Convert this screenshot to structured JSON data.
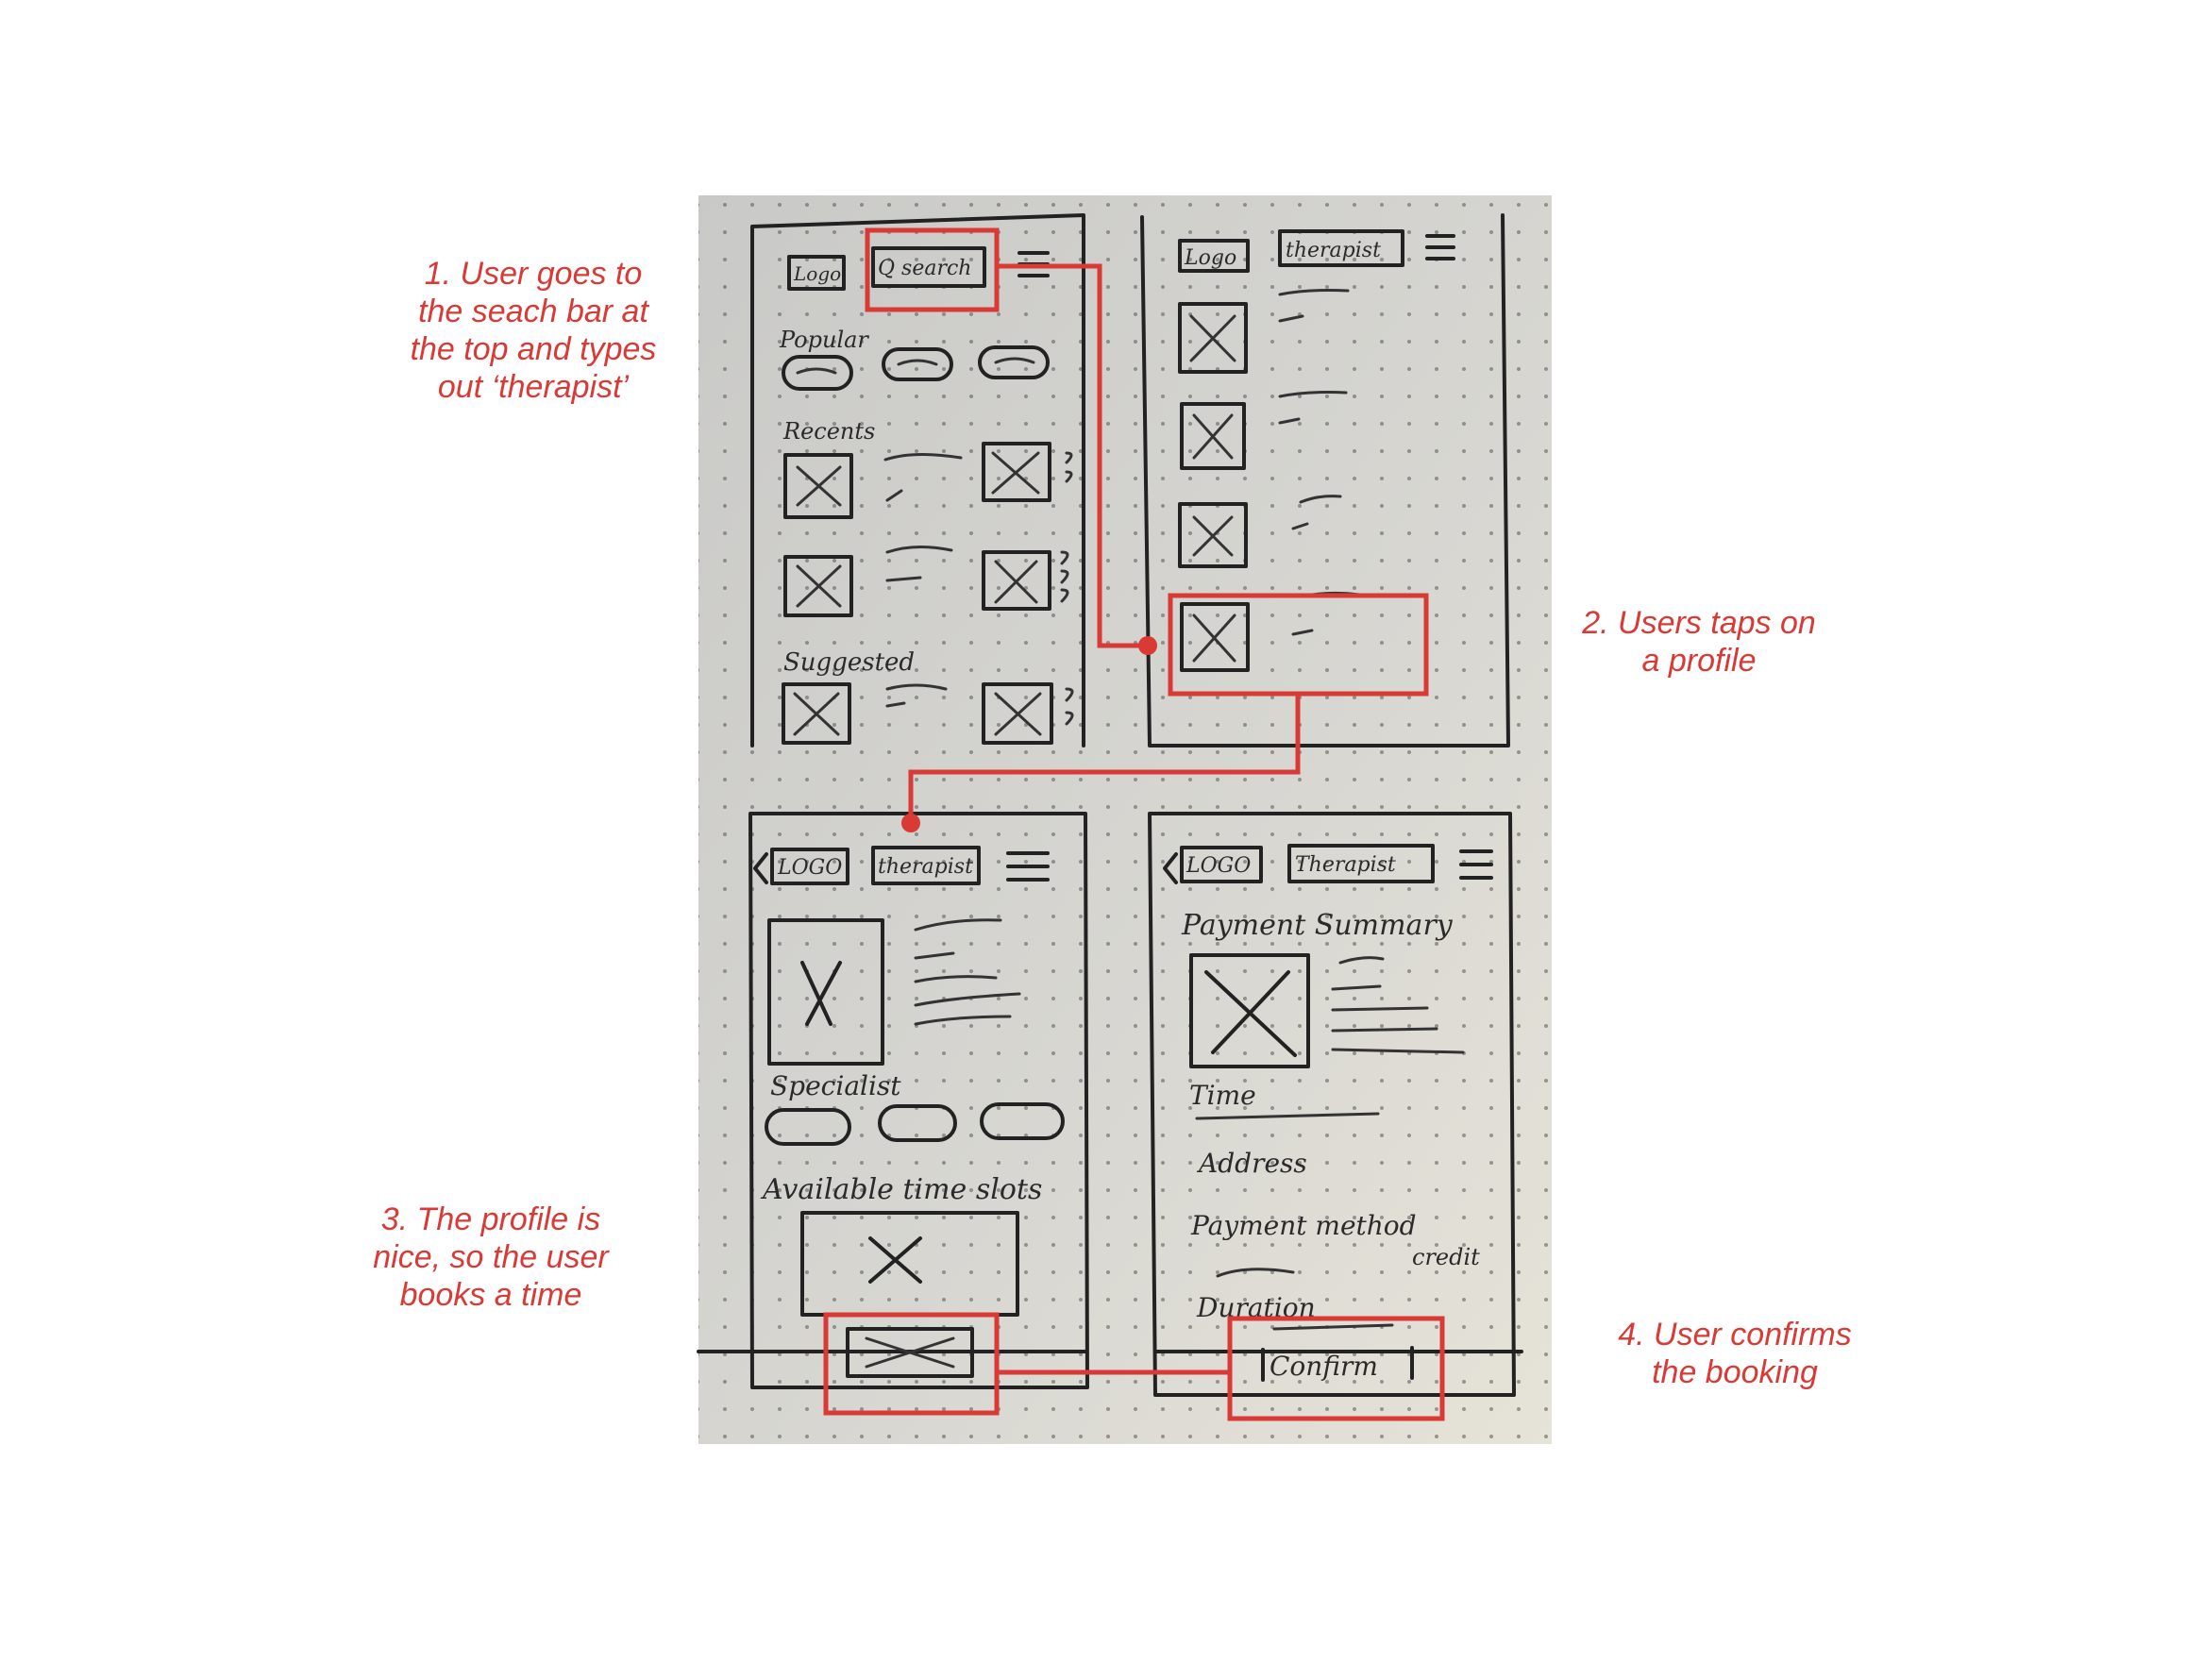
{
  "captions": {
    "step1": "1. User goes to\nthe seach bar at\nthe top and types\nout ‘therapist’",
    "step2": "2. Users taps on\na profile",
    "step3": "3. The profile is\nnice, so the user\nbooks a time",
    "step4": "4. User confirms\nthe booking"
  },
  "screen1": {
    "logo": "Logo",
    "search": "Q search",
    "popular": "Popular",
    "recents": "Recents",
    "suggested": "Suggested"
  },
  "screen2": {
    "logo": "Logo",
    "search": "therapist"
  },
  "screen3": {
    "logo": "LOGO",
    "search": "therapist",
    "specialist": "Specialist",
    "slots": "Available time slots"
  },
  "screen4": {
    "logo": "LOGO",
    "search": "Therapist",
    "summary": "Payment Summary",
    "time": "Time",
    "address": "Address",
    "payment": "Payment method",
    "credit": "credit",
    "duration": "Duration",
    "confirm": "Confirm"
  },
  "colors": {
    "annotation": "#d93a36",
    "paper": "#d9d8d3",
    "ink": "#222222"
  }
}
